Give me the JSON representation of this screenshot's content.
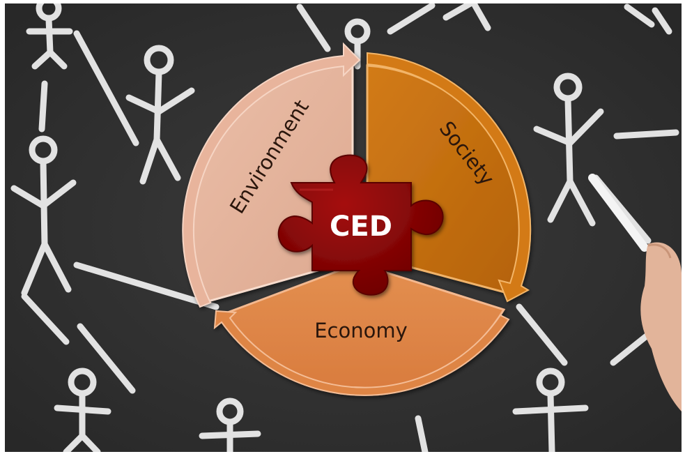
{
  "diagram": {
    "center_label": "CED",
    "segments": [
      {
        "id": "environment",
        "label": "Environment",
        "color": "#e8b59e"
      },
      {
        "id": "society",
        "label": "Society",
        "color": "#c76e0f"
      },
      {
        "id": "economy",
        "label": "Economy",
        "color": "#e0874a"
      }
    ],
    "center_color": "#8b0000",
    "background": "chalkboard with stick figures and a hand holding chalk"
  }
}
